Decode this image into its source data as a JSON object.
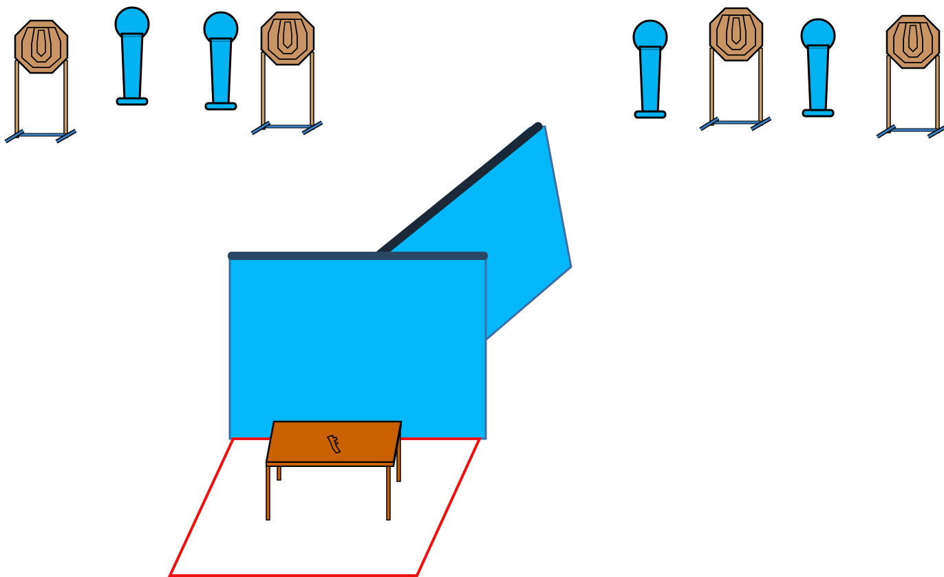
{
  "scene": {
    "description_free": true,
    "colors": {
      "background": "#ffffff",
      "barricade": "#03b8f8",
      "barricade_edge": "#3b6ea8",
      "barricade_top": "#1f3347",
      "steel": "#03b2f0",
      "paper": "#c99464",
      "stand_wood": "#c9a06c",
      "stand_base": "#3a7fc4",
      "table_top": "#c96100",
      "table_leg": "#c96100",
      "shooting_box": "#ef1010",
      "outline": "#000000"
    },
    "targets": [
      {
        "kind": "paper",
        "icon": "octagon-paper-target-icon"
      },
      {
        "kind": "steel",
        "icon": "steel-popper-icon"
      },
      {
        "kind": "steel",
        "icon": "steel-popper-icon"
      },
      {
        "kind": "paper",
        "icon": "octagon-paper-target-icon"
      },
      {
        "kind": "steel",
        "icon": "steel-popper-icon"
      },
      {
        "kind": "paper",
        "icon": "octagon-paper-target-icon"
      },
      {
        "kind": "steel",
        "icon": "steel-popper-icon"
      },
      {
        "kind": "paper",
        "icon": "octagon-paper-target-icon"
      }
    ],
    "props": {
      "table": {
        "icon": "table-icon",
        "item_on_table": "pistol-icon"
      },
      "barricade": {
        "panels": 2
      },
      "shooting_area": {
        "shape": "parallelogram",
        "color": "#ef1010"
      }
    }
  }
}
